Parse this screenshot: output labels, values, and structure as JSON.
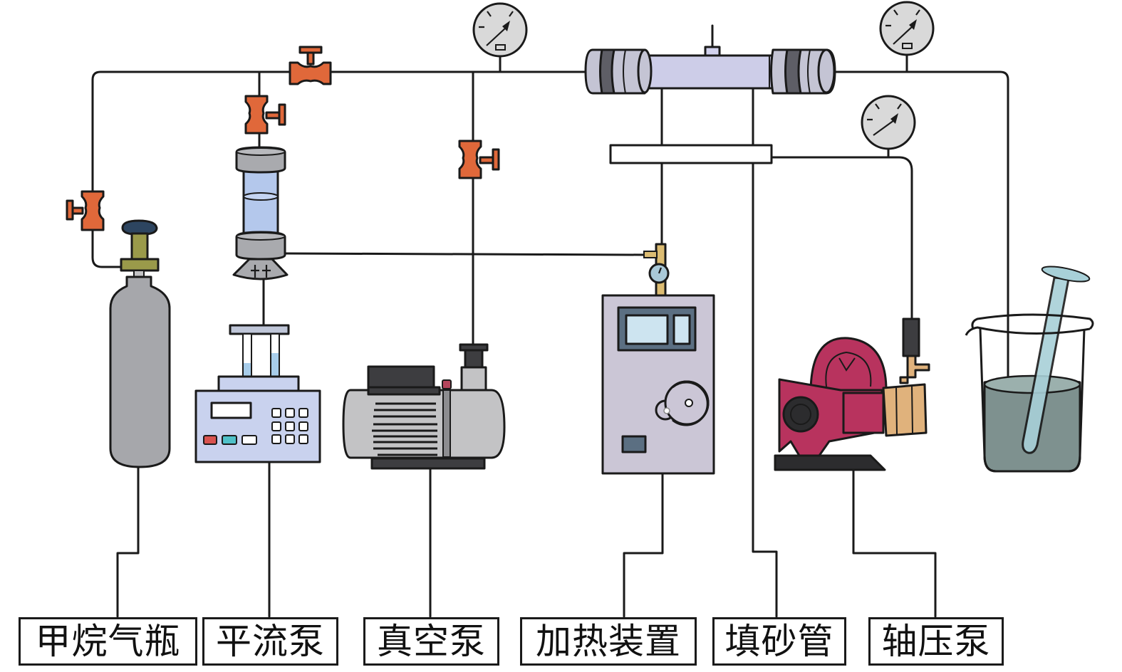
{
  "diagram": {
    "type": "experimental-apparatus-schematic",
    "labels": [
      {
        "id": "methane_cylinder",
        "text": "甲烷气瓶"
      },
      {
        "id": "constant_flow_pump",
        "text": "平流泵"
      },
      {
        "id": "vacuum_pump",
        "text": "真空泵"
      },
      {
        "id": "heating_device",
        "text": "加热装置"
      },
      {
        "id": "sand_pack_tube",
        "text": "填砂管"
      },
      {
        "id": "axial_pressure_pump",
        "text": "轴压泵"
      }
    ],
    "components": {
      "valves": [
        "valve-cylinder",
        "valve-flow-pump",
        "valve-main-line",
        "valve-vacuum"
      ],
      "gauges": [
        "pressure-gauge-inlet",
        "pressure-gauge-outlet",
        "pressure-gauge-axial",
        "pressure-gauge-heater"
      ],
      "equipment": [
        "methane-cylinder",
        "intermediate-container",
        "constant-flow-pump",
        "vacuum-pump",
        "sand-pack-holder",
        "confining-plate",
        "heating-device",
        "axial-pressure-pump",
        "collection-beaker",
        "test-tube"
      ]
    },
    "colors": {
      "line": "#1a1a1a",
      "valve": "#e0683a",
      "gauge_face": "#d9d9d9",
      "cylinder": "#a6a7ab",
      "regulator": "#9a9a4a",
      "regulator_knob": "#2d4560",
      "container_glass": "#b4c8ec",
      "container_cap": "#a9aaae",
      "pump_body": "#c9d2ee",
      "vacuum_body": "#c3c3c5",
      "vacuum_dark": "#3d3d40",
      "holder_body": "#cdcde8",
      "holder_end": "#c4c4d4",
      "holder_band": "#5e5e66",
      "heater_body": "#cbc6d6",
      "heater_panel": "#5b6f82",
      "heater_screen": "#cde4f0",
      "fitting_brass": "#dcbc72",
      "axial_pump_body": "#b8335e",
      "axial_pump_fitting": "#e0b27c",
      "axial_pump_base": "#2c2c2e",
      "beaker_liquid": "#7e918f",
      "test_tube": "#a8d0d8",
      "button_red": "#d9534f",
      "button_teal": "#4fc1c8"
    }
  }
}
